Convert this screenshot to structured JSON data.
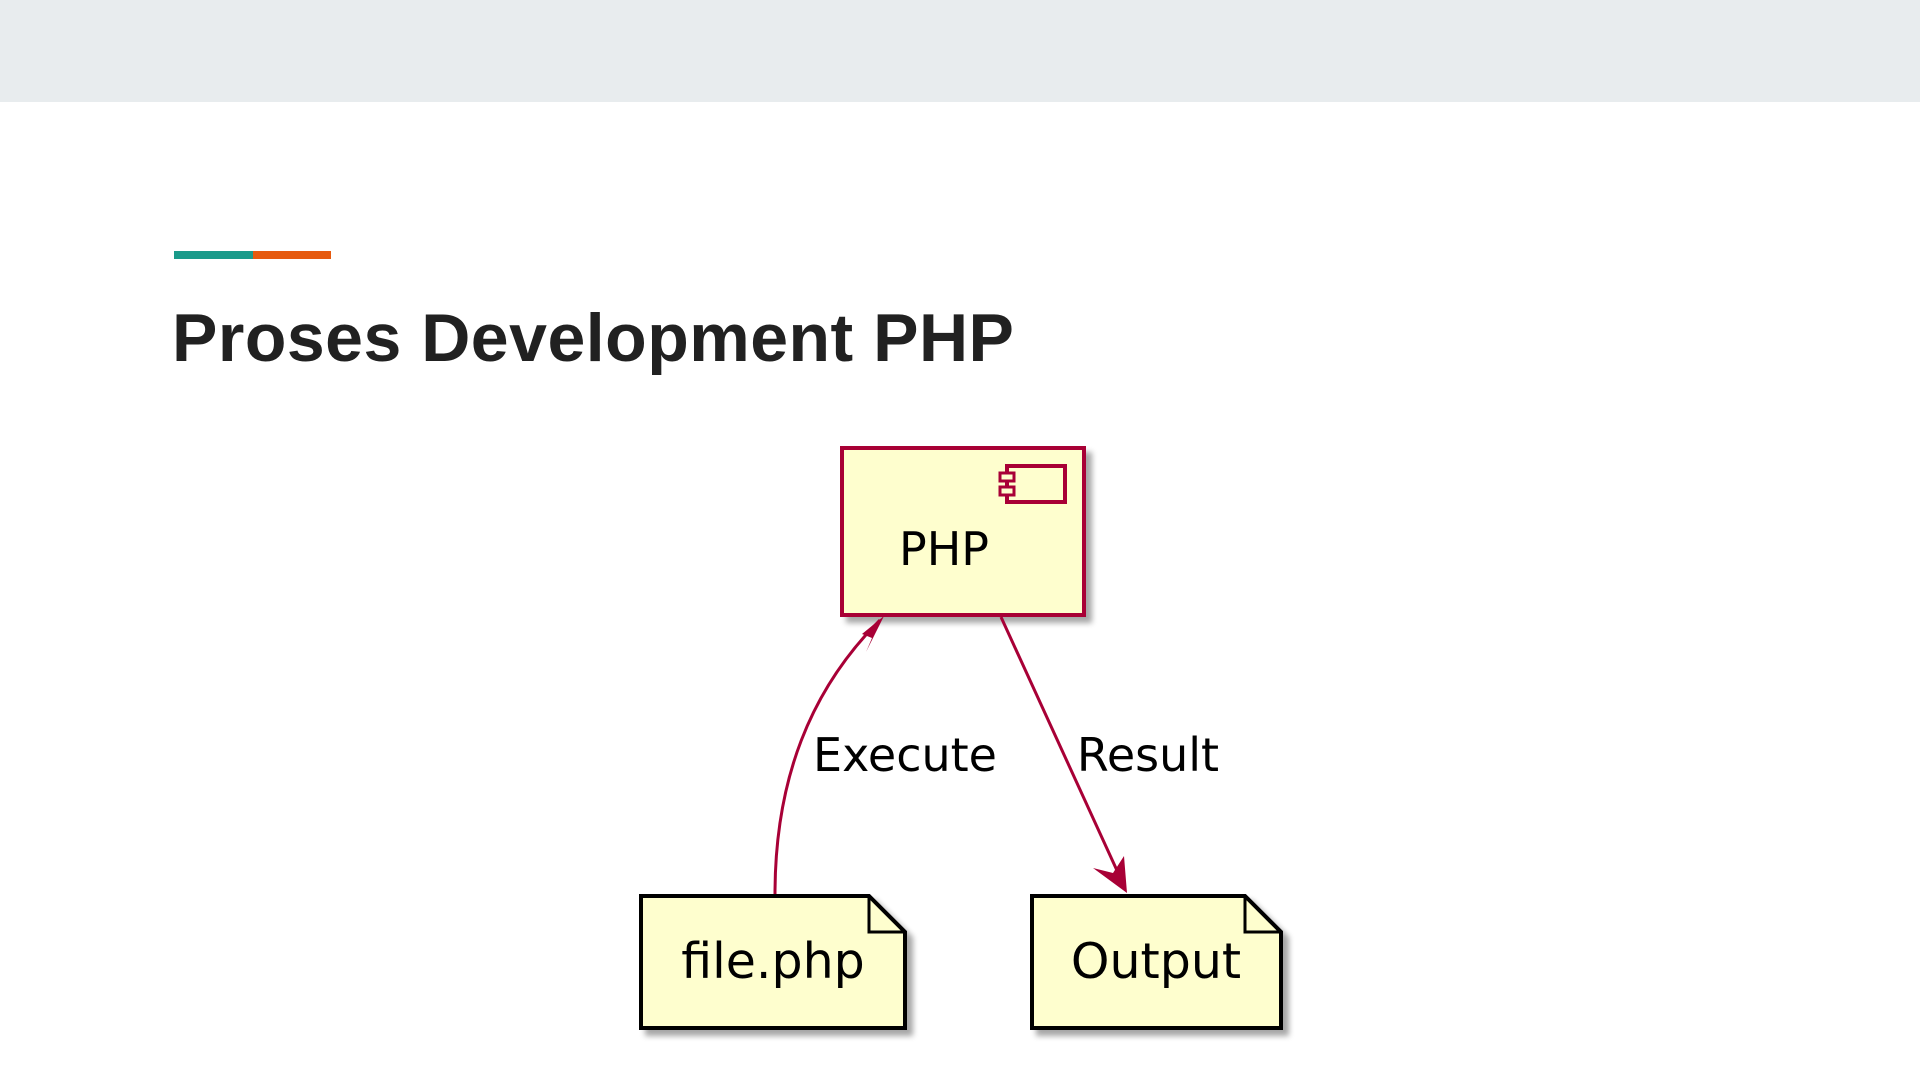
{
  "slide": {
    "title": "Proses Development PHP"
  },
  "colors": {
    "header_band": "#e8ecee",
    "accent_teal": "#1a9a8a",
    "accent_orange": "#e65a0f",
    "node_fill": "#fefece",
    "node_border_component": "#a80036",
    "arrow": "#a80036",
    "note_border": "#000000",
    "shadow": "#cfcfcf"
  },
  "diagram": {
    "nodes": {
      "php": {
        "label": "PHP",
        "kind": "component",
        "icon": "component-icon"
      },
      "file": {
        "label": "file.php",
        "kind": "note"
      },
      "output": {
        "label": "Output",
        "kind": "note"
      }
    },
    "edges": {
      "execute": {
        "label": "Execute",
        "from": "file.php",
        "to": "PHP"
      },
      "result": {
        "label": "Result",
        "from": "PHP",
        "to": "Output"
      }
    }
  }
}
